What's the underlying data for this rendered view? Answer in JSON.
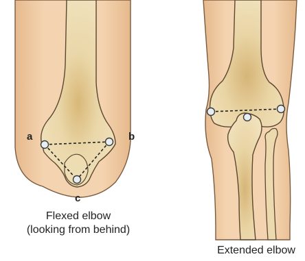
{
  "labels": {
    "point_a": "a",
    "point_b": "b",
    "point_c": "c"
  },
  "captions": {
    "flexed_line1": "Flexed elbow",
    "flexed_line2": "(looking from behind)",
    "extended": "Extended elbow"
  },
  "colors": {
    "skin": "#f2d0ac",
    "skin_outline": "#7a5a3e",
    "bone": "#ecd9ae",
    "bone_shade": "#d8b87a",
    "bone_outline": "#5b4630",
    "landmark_fill": "#e6eef2",
    "landmark_stroke": "#3a3a3a",
    "dashed_line": "#222222"
  }
}
